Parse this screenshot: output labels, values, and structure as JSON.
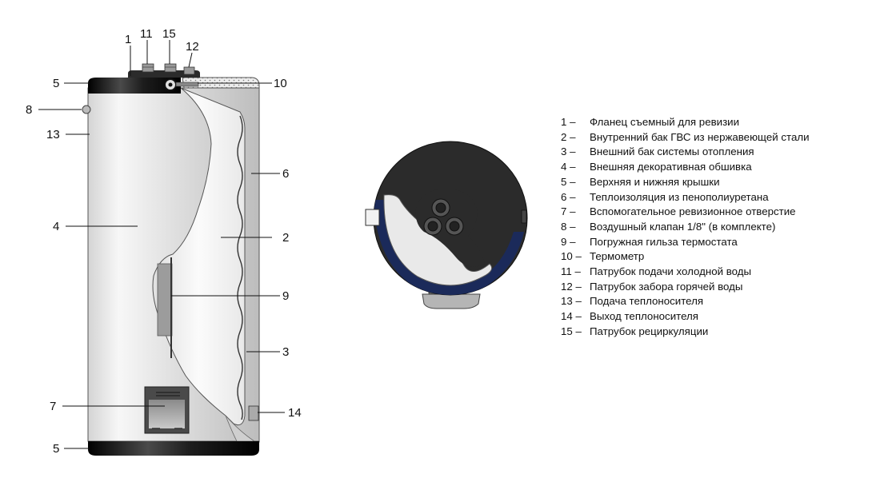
{
  "callouts": {
    "c1": "1",
    "c11": "11",
    "c15": "15",
    "c12": "12",
    "c5_top": "5",
    "c10": "10",
    "c8": "8",
    "c13": "13",
    "c6": "6",
    "c4": "4",
    "c2": "2",
    "c9": "9",
    "c3": "3",
    "c7": "7",
    "c14": "14",
    "c5_bottom": "5"
  },
  "legend": [
    {
      "num": "1 –",
      "text": "Фланец съемный для ревизии"
    },
    {
      "num": "2 –",
      "text": "Внутренний бак ГВС из нержавеющей стали"
    },
    {
      "num": "3 –",
      "text": "Внешний бак системы отопления"
    },
    {
      "num": "4 –",
      "text": "Внешняя декоративная обшивка"
    },
    {
      "num": "5 –",
      "text": "Верхняя и нижняя крышки"
    },
    {
      "num": "6 –",
      "text": "Теплоизоляция из пенополиуретана"
    },
    {
      "num": "7 –",
      "text": "Вспомогательное ревизионное отверстие"
    },
    {
      "num": "8 –",
      "text": "Воздушный клапан 1/8\"  (в комплекте)"
    },
    {
      "num": "9 –",
      "text": "Погружная гильза термостата"
    },
    {
      "num": "10 –",
      "text": "Термометр"
    },
    {
      "num": "11 –",
      "text": "Патрубок подачи холодной воды"
    },
    {
      "num": "12 –",
      "text": "Патрубок забора горячей воды"
    },
    {
      "num": "13 –",
      "text": "Подача теплоносителя"
    },
    {
      "num": "14 –",
      "text": "Выход теплоносителя"
    },
    {
      "num": "15 –",
      "text": "Патрубок рециркуляции"
    }
  ],
  "colors": {
    "cap": "#1c1c1c",
    "shell": "#d9d9d9",
    "inner": "#f4f4f4",
    "insulation": "#e6e6e6",
    "top_view_dark": "#2b2b2b",
    "top_view_blue": "#1b2a5a"
  }
}
